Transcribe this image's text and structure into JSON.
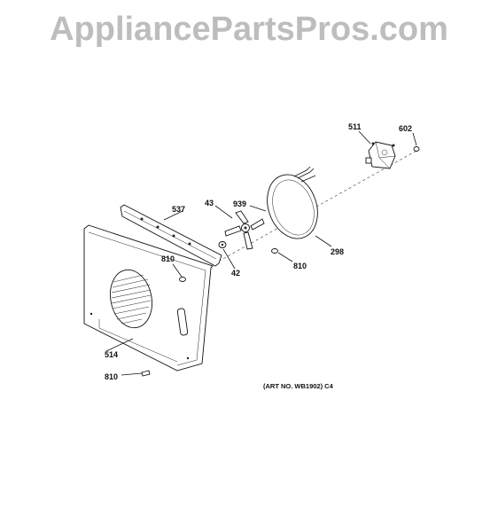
{
  "watermark": "AppliancePartsPros.com",
  "art_number": "(ART NO. WB1902) C4",
  "callouts": {
    "c511": "511",
    "c602": "602",
    "c43": "43",
    "c939": "939",
    "c537": "537",
    "c810a": "810",
    "c810b": "810",
    "c810c": "810",
    "c42": "42",
    "c298": "298",
    "c514": "514"
  }
}
